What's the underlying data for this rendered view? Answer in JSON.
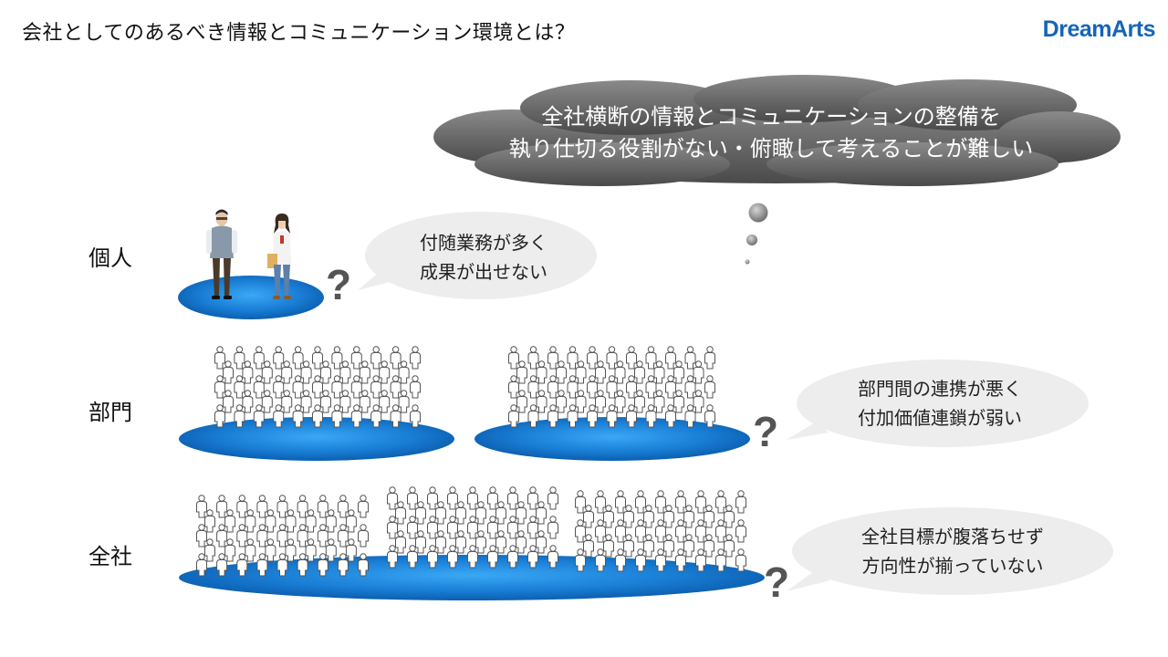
{
  "header": {
    "title": "会社としてのあるべき情報とコミュニケーション環境とは？",
    "logo_text": "DreamArts"
  },
  "cloud": {
    "line1": "全社横断の情報とコミュニケーションの整備を",
    "line2": "執り仕切る役割がない・俯瞰して考えることが難しい"
  },
  "levels": [
    {
      "label": "個人",
      "bubble_line1": "付随業務が多く",
      "bubble_line2": "成果が出せない"
    },
    {
      "label": "部門",
      "bubble_line1": "部門間の連携が悪く",
      "bubble_line2": "付加価値連鎖が弱い"
    },
    {
      "label": "全社",
      "bubble_line1": "全社目標が腹落ちせず",
      "bubble_line2": "方向性が揃っていない"
    }
  ],
  "question_mark": "?",
  "colors": {
    "platform": "#1a7fd6",
    "cloud": "#5a5a5a",
    "bubble": "#ededed",
    "logo": "#1565b8"
  }
}
